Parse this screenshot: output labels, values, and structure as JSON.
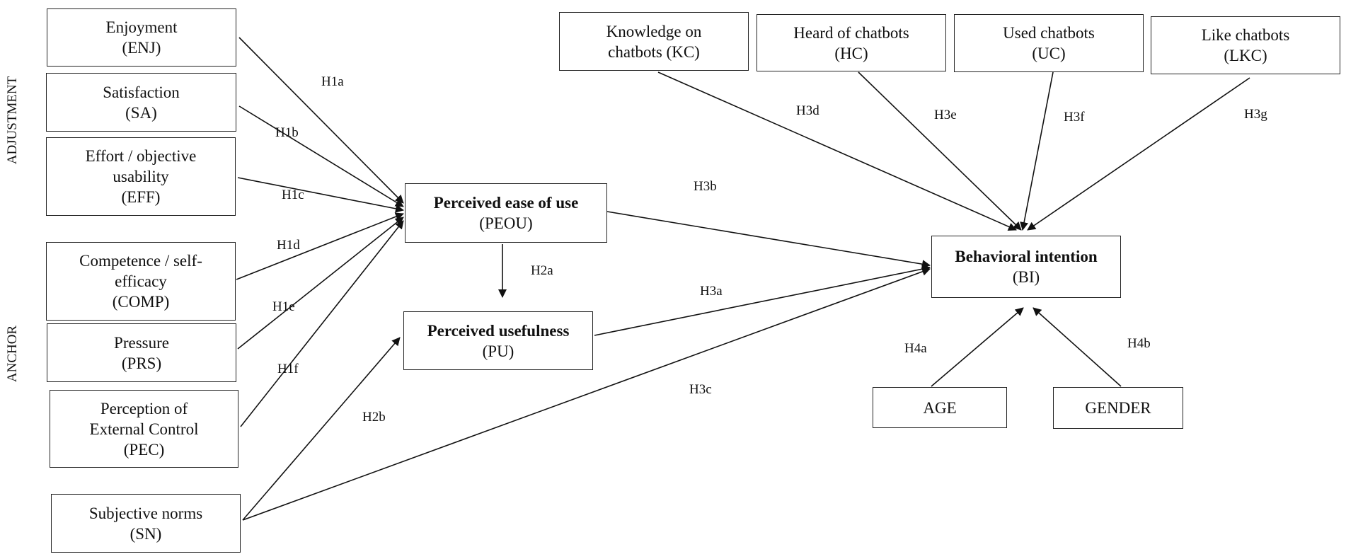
{
  "side_labels": {
    "adjustment": "ADJUSTMENT",
    "anchor": "ANCHOR"
  },
  "nodes": {
    "enj": {
      "line1": "Enjoyment",
      "line2": "(ENJ)"
    },
    "sa": {
      "line1": "Satisfaction",
      "line2": "(SA)"
    },
    "eff": {
      "line1": "Effort / objective",
      "line2": "usability",
      "line3": "(EFF)"
    },
    "comp": {
      "line1": "Competence / self-",
      "line2": "efficacy",
      "line3": "(COMP)"
    },
    "prs": {
      "line1": "Pressure",
      "line2": "(PRS)"
    },
    "pec": {
      "line1": "Perception of",
      "line2": "External Control",
      "line3": "(PEC)"
    },
    "sn": {
      "line1": "Subjective norms",
      "line2": "(SN)"
    },
    "peou": {
      "line1": "Perceived ease of use",
      "line2": "(PEOU)"
    },
    "pu": {
      "line1": "Perceived usefulness",
      "line2": "(PU)"
    },
    "kc": {
      "line1": "Knowledge on",
      "line2": "chatbots (KC)"
    },
    "hc": {
      "line1": "Heard of chatbots",
      "line2": "(HC)"
    },
    "uc": {
      "line1": "Used chatbots",
      "line2": "(UC)"
    },
    "lkc": {
      "line1": "Like chatbots",
      "line2": "(LKC)"
    },
    "bi": {
      "line1": "Behavioral intention",
      "line2": "(BI)"
    },
    "age": {
      "line1": "AGE"
    },
    "gender": {
      "line1": "GENDER"
    }
  },
  "hypotheses": {
    "h1a": "H1a",
    "h1b": "H1b",
    "h1c": "H1c",
    "h1d": "H1d",
    "h1e": "H1e",
    "h1f": "H1f",
    "h2a": "H2a",
    "h2b": "H2b",
    "h3a": "H3a",
    "h3b": "H3b",
    "h3c": "H3c",
    "h3d": "H3d",
    "h3e": "H3e",
    "h3f": "H3f",
    "h3g": "H3g",
    "h4a": "H4a",
    "h4b": "H4b"
  },
  "edges": [
    {
      "from": "enj",
      "to": "peou",
      "label": "H1a"
    },
    {
      "from": "sa",
      "to": "peou",
      "label": "H1b"
    },
    {
      "from": "eff",
      "to": "peou",
      "label": "H1c"
    },
    {
      "from": "comp",
      "to": "peou",
      "label": "H1d"
    },
    {
      "from": "prs",
      "to": "peou",
      "label": "H1e"
    },
    {
      "from": "pec",
      "to": "peou",
      "label": "H1f"
    },
    {
      "from": "peou",
      "to": "pu",
      "label": "H2a"
    },
    {
      "from": "sn",
      "to": "pu",
      "label": "H2b"
    },
    {
      "from": "pu",
      "to": "bi",
      "label": "H3a"
    },
    {
      "from": "peou",
      "to": "bi",
      "label": "H3b"
    },
    {
      "from": "sn",
      "to": "bi",
      "label": "H3c"
    },
    {
      "from": "kc",
      "to": "bi",
      "label": "H3d"
    },
    {
      "from": "hc",
      "to": "bi",
      "label": "H3e"
    },
    {
      "from": "uc",
      "to": "bi",
      "label": "H3f"
    },
    {
      "from": "lkc",
      "to": "bi",
      "label": "H3g"
    },
    {
      "from": "age",
      "to": "bi",
      "label": "H4a"
    },
    {
      "from": "gender",
      "to": "bi",
      "label": "H4b"
    }
  ]
}
